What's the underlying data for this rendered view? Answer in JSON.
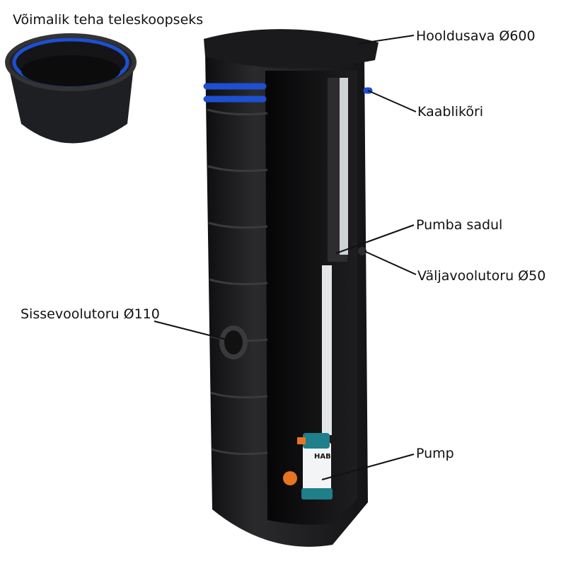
{
  "inset": {
    "caption": "Võimalik teha teleskoopseks"
  },
  "labels": {
    "service_cover": "Hooldusava Ø600",
    "cable_duct": "Kaablikõri",
    "pump_saddle": "Pumba sadul",
    "outlet_pipe": "Väljavoolutoru Ø50",
    "inlet_pipe": "Sissevoolutoru Ø110",
    "pump": "Pump"
  },
  "pump_brand": "HAB",
  "colors": {
    "tank": "#1c1c1e",
    "accent_blue": "#1d4fd0",
    "pump_teal": "#1f7f8a",
    "float_orange": "#e87422"
  }
}
